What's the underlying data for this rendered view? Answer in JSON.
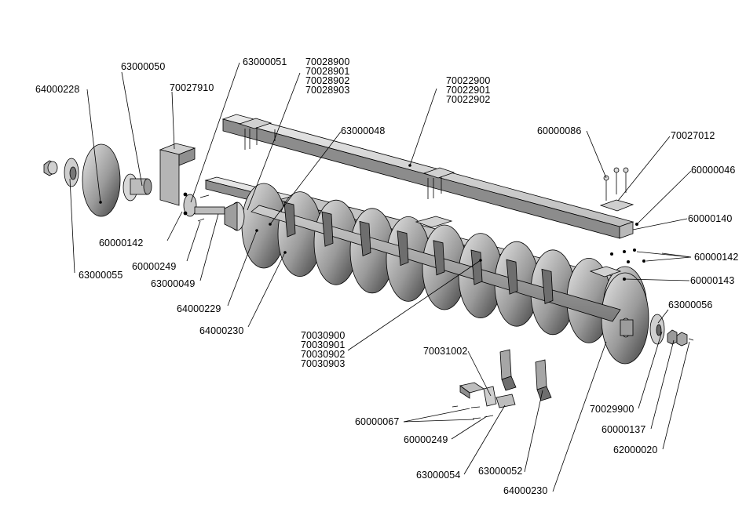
{
  "diagram": {
    "part_numbers": {
      "p64000228": "64000228",
      "p63000050": "63000050",
      "p70027910": "70027910",
      "p63000051": "63000051",
      "p70028900": "70028900",
      "p70028901": "70028901",
      "p70028902": "70028902",
      "p70028903": "70028903",
      "p70022900": "70022900",
      "p70022901": "70022901",
      "p70022902": "70022902",
      "p63000048": "63000048",
      "p60000086": "60000086",
      "p70027012": "70027012",
      "p60000046": "60000046",
      "p60000140": "60000140",
      "p60000142_right": "60000142",
      "p60000143": "60000143",
      "p63000056": "63000056",
      "p60000142_left": "60000142",
      "p60000249_left": "60000249",
      "p63000049": "63000049",
      "p63000055": "63000055",
      "p64000229": "64000229",
      "p64000230_left": "64000230",
      "p70030900": "70030900",
      "p70030901": "70030901",
      "p70030902": "70030902",
      "p70030903": "70030903",
      "p70031002": "70031002",
      "p60000067": "60000067",
      "p60000249_bottom": "60000249",
      "p63000054": "63000054",
      "p63000052": "63000052",
      "p64000230_bottom": "64000230",
      "p70029900": "70029900",
      "p60000137": "60000137",
      "p62000020": "62000020"
    },
    "colors": {
      "metal_light": "#d9d9d9",
      "metal_mid": "#a6a6a6",
      "metal_dark": "#5c5c5c",
      "ink": "#000000"
    }
  }
}
